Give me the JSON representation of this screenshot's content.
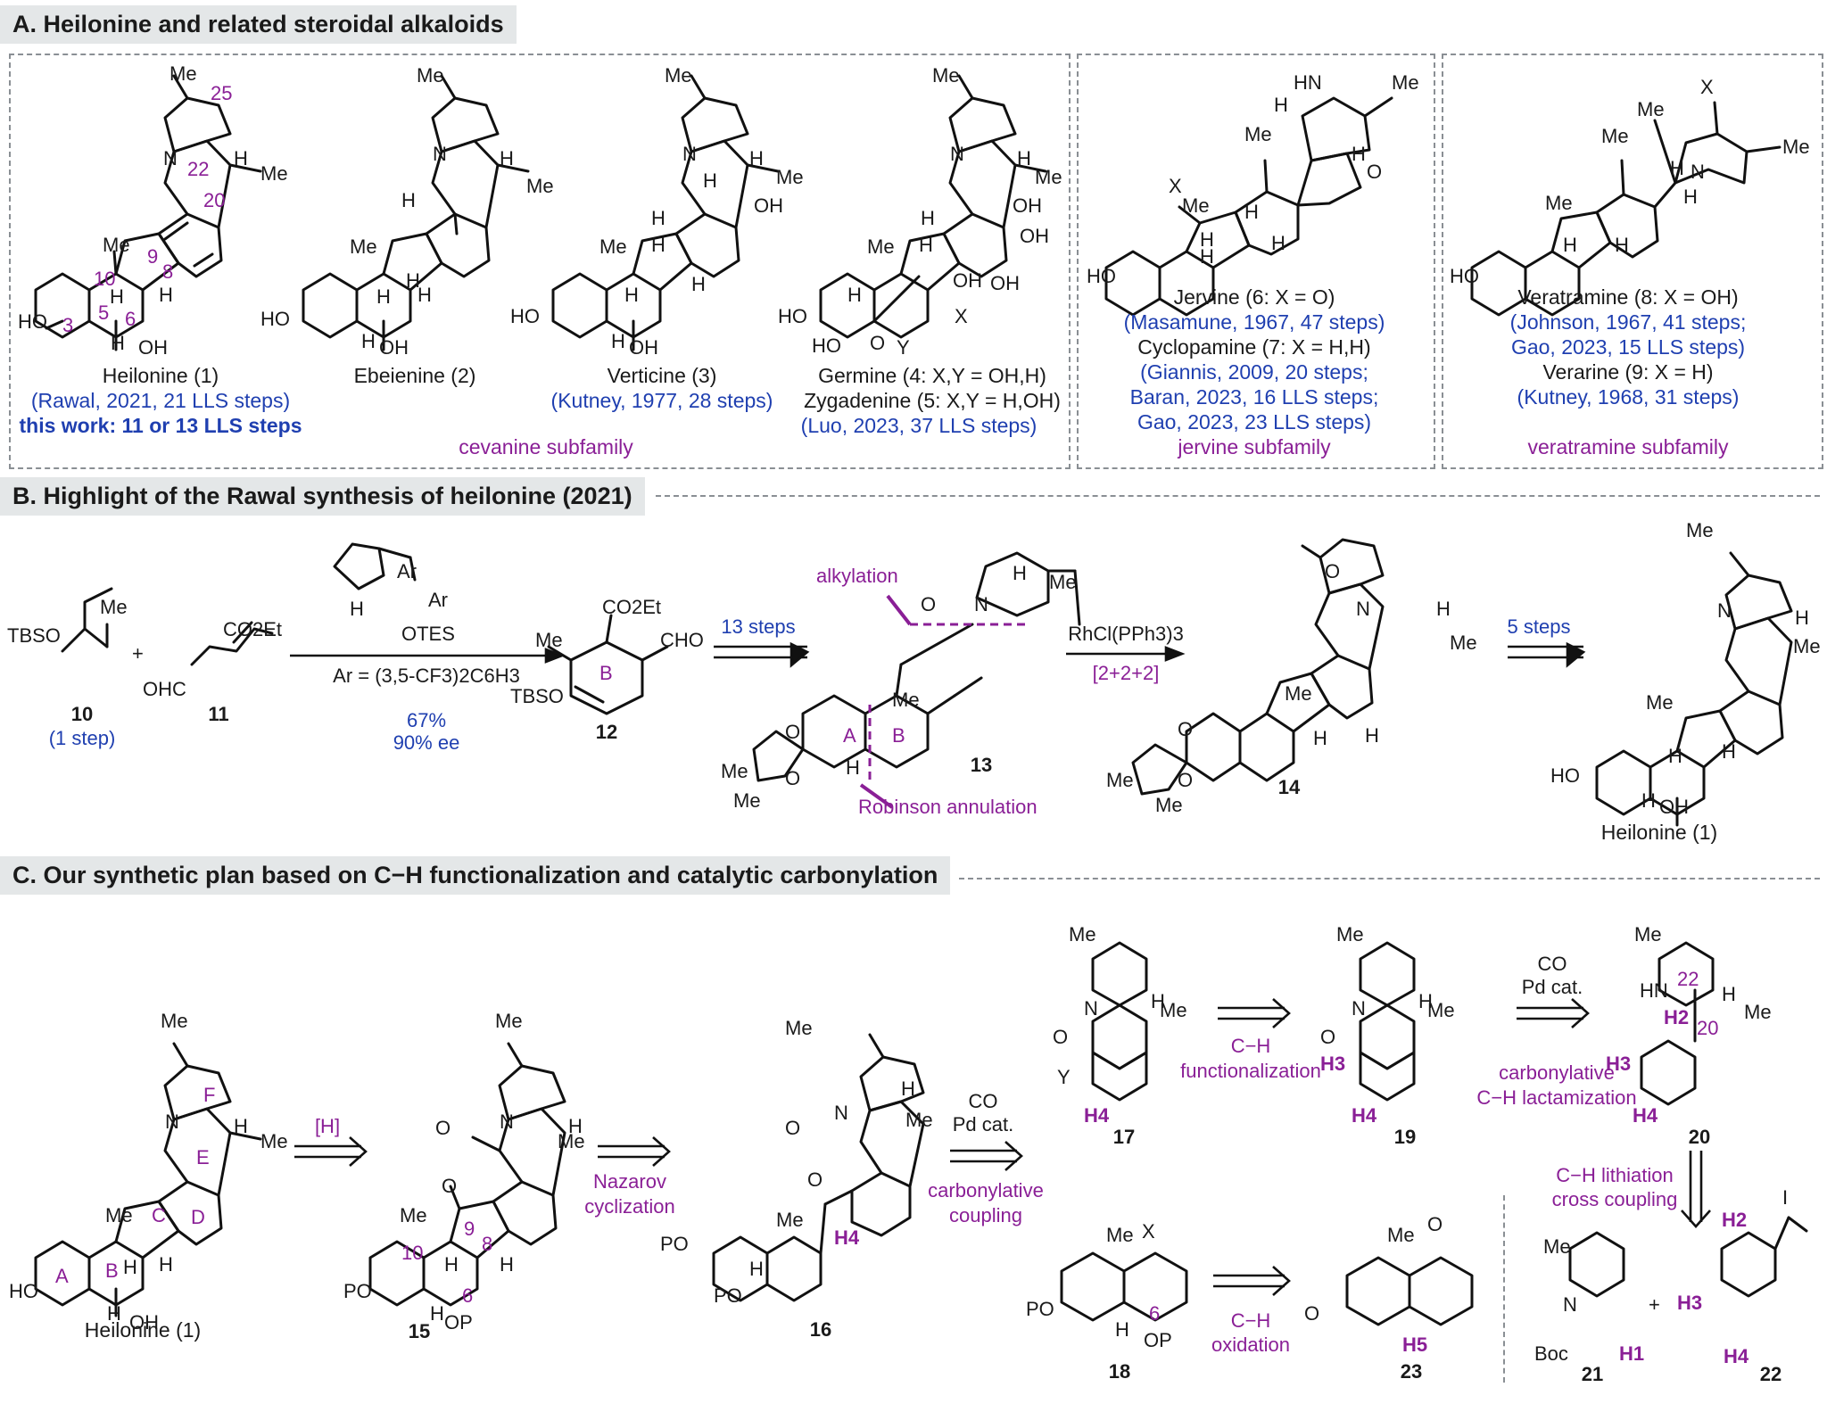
{
  "sections": {
    "a": "A. Heilonine and related steroidal alkaloids",
    "b": "B. Highlight of the Rawal synthesis of heilonine (2021)",
    "c": "C. Our synthetic plan based on C−H functionalization and catalytic carbonylation"
  },
  "panelA": {
    "heilonine_name": "Heilonine (1)",
    "heilonine_ref": "(Rawal, 2021, 21 LLS steps)",
    "heilonine_work": "this work: 11 or 13 LLS steps",
    "ebeienine_name": "Ebeienine (2)",
    "verticine_name": "Verticine (3)",
    "verticine_ref": "(Kutney, 1977, 28 steps)",
    "germine_name": "Germine (4: X,Y = OH,H)",
    "zygadenine_name": "Zygadenine (5: X,Y = H,OH)",
    "zygadenine_ref": "(Luo, 2023, 37 LLS steps)",
    "cevanine": "cevanine subfamily",
    "jervine_name": "Jervine (6: X = O)",
    "jervine_ref": "(Masamune, 1967, 47 steps)",
    "cyclopamine_name": "Cyclopamine (7: X = H,H)",
    "cyclopamine_ref1": "(Giannis, 2009, 20 steps;",
    "cyclopamine_ref2": "Baran, 2023, 16 LLS steps;",
    "cyclopamine_ref3": "Gao, 2023, 23 LLS steps)",
    "jervine_sub": "jervine subfamily",
    "veratramine_name": "Veratramine (8: X = OH)",
    "veratramine_ref1": "(Johnson, 1967, 41 steps;",
    "veratramine_ref2": "Gao, 2023, 15 LLS steps)",
    "verarine_name": "Verarine (9: X = H)",
    "verarine_ref": "(Kutney, 1968, 31 steps)",
    "veratramine_sub": "veratramine subfamily"
  },
  "atoms": {
    "me": "Me",
    "h": "H",
    "oh": "OH",
    "ho": "HO",
    "n": "N",
    "hn": "HN",
    "o": "O",
    "x": "X",
    "y": "Y",
    "po": "PO",
    "op": "OP",
    "boc": "Boc",
    "i": "I",
    "n25": "25",
    "n22": "22",
    "n20": "20",
    "n10": "10",
    "n9": "9",
    "n8": "8",
    "n5": "5",
    "n6": "6",
    "n3": "3",
    "h1": "H1",
    "h2": "H2",
    "h3": "H3",
    "h4": "H4",
    "h5": "H5",
    "ringA": "A",
    "ringB": "B",
    "ringC": "C",
    "ringD": "D",
    "ringE": "E",
    "ringF": "F"
  },
  "panelB": {
    "cmp10": "10",
    "cmp10_note": "(1 step)",
    "tbso": "TBSO",
    "plus": "+",
    "cmp11": "11",
    "co2et": "CO2Et",
    "ohc": "OHC",
    "cat_ar1": "Ar",
    "cat_ar2": "Ar",
    "cat_otes": "OTES",
    "cond1": "Ar = (3,5-CF3)2C6H3",
    "yield": "67%",
    "ee": "90% ee",
    "cmp12": "12",
    "cho": "CHO",
    "steps13": "13 steps",
    "alkylation": "alkylation",
    "robinson": "Robinson annulation",
    "cmp13": "13",
    "rh": "RhCl(PPh3)3",
    "cyclo": "[2+2+2]",
    "cmp14": "14",
    "steps5": "5 steps",
    "heilonine": "Heilonine (1)"
  },
  "panelC": {
    "heilonine": "Heilonine (1)",
    "h_reagent": "[H]",
    "cmp15": "15",
    "nazarov1": "Nazarov",
    "nazarov2": "cyclization",
    "cmp16": "16",
    "co": "CO",
    "pd": "Pd cat.",
    "carb1": "carbonylative",
    "carb2": "coupling",
    "cmp17": "17",
    "ch_f1": "C−H",
    "ch_f2": "functionalization",
    "cmp19": "19",
    "co2": "CO",
    "pd2": "Pd cat.",
    "lact1": "carbonylative",
    "lact2": "C−H lactamization",
    "cmp20": "20",
    "lith1": "C−H lithiation",
    "lith2": "cross coupling",
    "cmp18": "18",
    "ox1": "C−H",
    "ox2": "oxidation",
    "cmp23": "23",
    "cmp21": "21",
    "plus": "+",
    "cmp22": "22"
  }
}
